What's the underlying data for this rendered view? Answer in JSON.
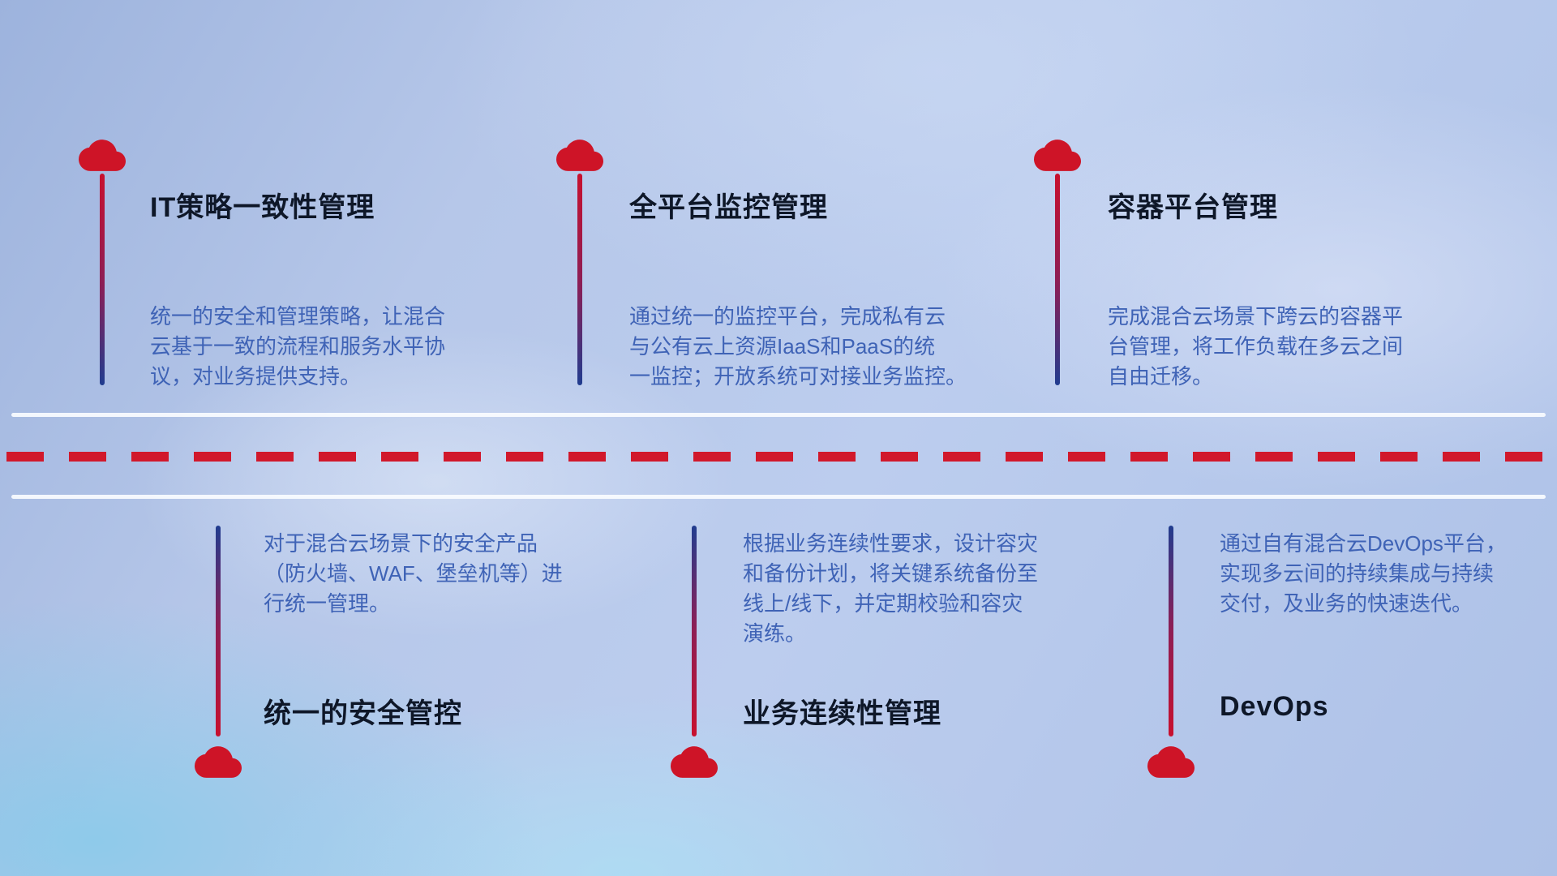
{
  "diagram_title": "hybrid-cloud-management-capabilities",
  "theme": {
    "cloud_red": "#ce1427",
    "stem_red": "#c8102e",
    "stem_blue": "#203c8f",
    "title_color": "#0e1728",
    "description_color": "#3f63b6",
    "dashed_line_color": "#d1182b",
    "solid_line_color": "#fafcff",
    "background_base": "#b6c7e9"
  },
  "top_items": [
    {
      "title": "IT策略一致性管理",
      "description": "统一的安全和管理策略，让混合\n云基于一致的流程和服务水平协\n议，对业务提供支持。"
    },
    {
      "title": "全平台监控管理",
      "description": "通过统一的监控平台，完成私有云\n与公有云上资源IaaS和PaaS的统\n一监控；开放系统可对接业务监控。"
    },
    {
      "title": "容器平台管理",
      "description": "完成混合云场景下跨云的容器平\n台管理，将工作负载在多云之间\n自由迁移。"
    }
  ],
  "bottom_items": [
    {
      "title": "统一的安全管控",
      "description": "对于混合云场景下的安全产品\n（防火墙、WAF、堡垒机等）进\n行统一管理。"
    },
    {
      "title": "业务连续性管理",
      "description": "根据业务连续性要求，设计容灾\n和备份计划，将关键系统备份至\n线上/线下，并定期校验和容灾\n演练。"
    },
    {
      "title": "DevOps",
      "description": "通过自有混合云DevOps平台，\n实现多云间的持续集成与持续\n交付，及业务的快速迭代。"
    }
  ]
}
